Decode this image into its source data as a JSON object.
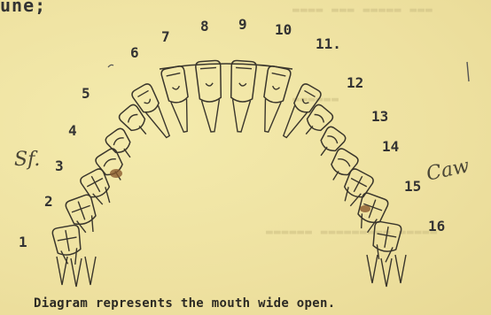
{
  "header": {
    "partial_text": "une;"
  },
  "tooth_numbers": [
    "1",
    "2",
    "3",
    "4",
    "5",
    "6",
    "7",
    "8",
    "9",
    "10",
    "11.",
    "12",
    "13",
    "14",
    "15",
    "16"
  ],
  "annotations": {
    "left_mark": "Sf.",
    "right_mark": "Caw"
  },
  "caption": "Diagram represents the mouth wide open.",
  "colors": {
    "paper": "#f1e7a4",
    "ink": "#3a362c",
    "filling": "#8a5a2e"
  }
}
